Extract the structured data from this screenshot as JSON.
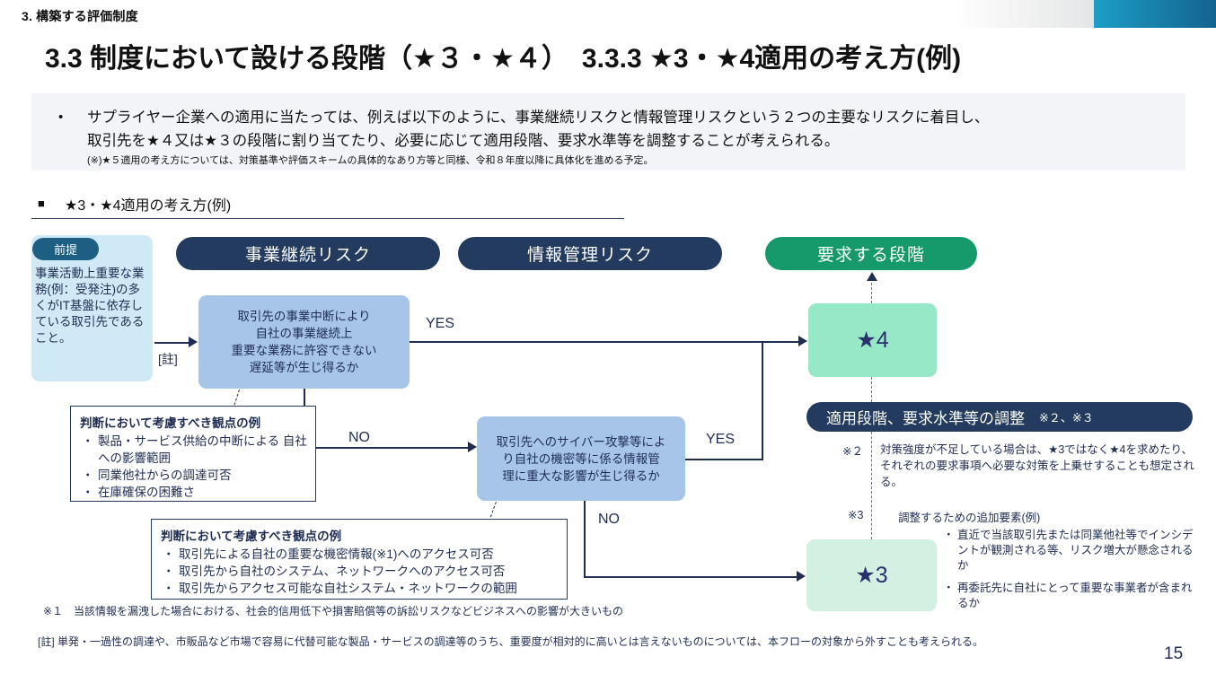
{
  "header": {
    "kicker": "3. 構築する評価制度",
    "title": "3.3 制度において設ける段階（★３・★４）　3.3.3 ★3・★4適用の考え方(例)",
    "accent_blue": "#1d9ec6",
    "accent_dark": "#223b5e"
  },
  "lead": {
    "bullet": "•",
    "line1": "サプライヤー企業への適用に当たっては、例えば以下のように、事業継続リスクと情報管理リスクという２つの主要なリスクに着目し、",
    "line2": "取引先を★４又は★３の段階に割り当てたり、必要に応じて適用段階、要求水準等を調整することが考えられる。",
    "note": "(※)★５適用の考え方については、対策基準や評価スキームの具体的なあり方等と同様、令和８年度以降に具体化を進める予定。"
  },
  "section": {
    "marker": "■",
    "title": "★3・★4適用の考え方(例)"
  },
  "flow": {
    "premise": {
      "tag": "前提",
      "body": "事業活動上重要な業務(例：受発注)の多くがIT基盤に依存している取引先であること。"
    },
    "note_marker": "[註]",
    "column_headers": [
      {
        "label": "事業継続リスク",
        "color": "#223b5e"
      },
      {
        "label": "情報管理リスク",
        "color": "#223b5e"
      },
      {
        "label": "要求する段階",
        "color": "#16996b"
      }
    ],
    "decision1": "取引先の事業中断により\n自社の事業継続上\n重要な業務に許容できない\n遅延等が生じ得るか",
    "decision1_lines": [
      "取引先の事業中断により",
      "自社の事業継続上",
      "重要な業務に許容できない",
      "遅延等が生じ得るか"
    ],
    "decision2_lines": [
      "取引先へのサイバー攻撃等によ",
      "り自社の機密等に係る情報管",
      "理に重大な影響が生じ得るか"
    ],
    "edge_labels": {
      "yes1": "YES",
      "no1": "NO",
      "yes2": "YES",
      "no2": "NO"
    },
    "stages": {
      "star4": "★4",
      "star3": "★3"
    }
  },
  "viewpoint_box_1": {
    "title": "判断において考慮すべき観点の例",
    "items": [
      "製品・サービス供給の中断による\n自社への影響範囲",
      "同業他社からの調達可否",
      "在庫確保の困難さ"
    ]
  },
  "viewpoint_box_2": {
    "title": "判断において考慮すべき観点の例",
    "items": [
      "取引先による自社の重要な機密情報(※1)へのアクセス可否",
      "取引先から自社のシステム、ネットワークへのアクセス可否",
      "取引先からアクセス可能な自社システム・ネットワークの範囲"
    ]
  },
  "adjust": {
    "pill_label": "適用段階、要求水準等の調整",
    "pill_sub": "※２、※３",
    "note2_key": "※２",
    "note2_body": "対策強度が不足している場合は、★3ではなく★4を求めたり、それぞれの要求事項へ必要な対策を上乗せすることも想定される。",
    "note3_key": "※3",
    "note3_title": "調整するための追加要素(例)",
    "note3_items": [
      "直近で当該取引先または同業他社等でインシデントが観測される等、リスク増大が懸念されるか",
      "再委託先に自社にとって重要な事業者が含まれるか"
    ]
  },
  "footnotes": {
    "f1": "※１　当該情報を漏洩した場合における、社会的信用低下や損害賠償等の訴訟リスクなどビジネスへの影響が大きいもの",
    "f2": "[註] 単発・一過性の調達や、市販品など市場で容易に代替可能な製品・サービスの調達等のうち、重要度が相対的に高いとは言えないものについては、本フローの対象から外すことも考えられる。"
  },
  "page_number": "15"
}
